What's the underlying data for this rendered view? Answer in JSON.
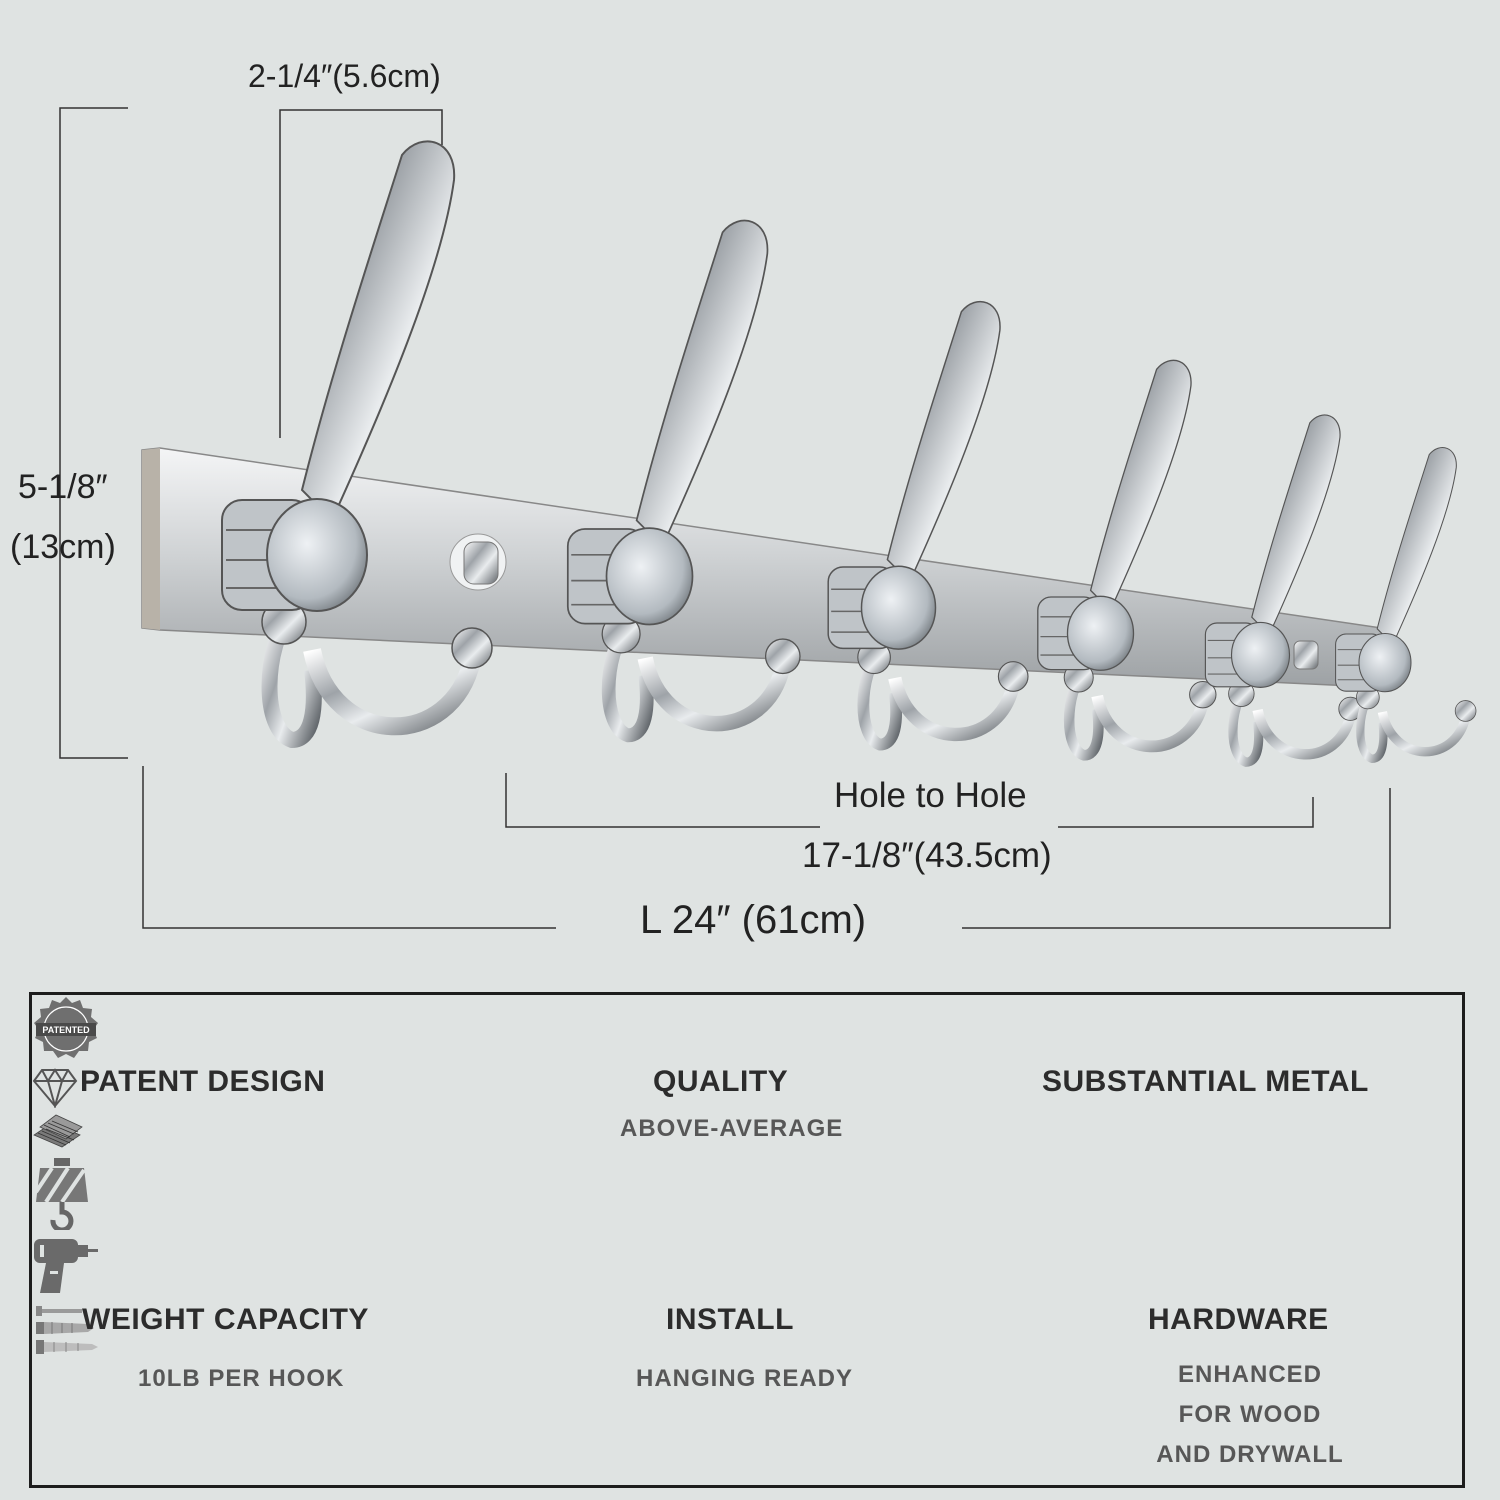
{
  "dimensions": {
    "hook_spacing": "2-1/4″(5.6cm)",
    "height_in": "5-1/8″",
    "height_cm": "(13cm)",
    "hole_to_hole_label": "Hole to Hole",
    "hole_to_hole_value": "17-1/8″(43.5cm)",
    "length": "L 24″ (61cm)"
  },
  "product": {
    "hook_count": 6,
    "colors": {
      "background": "#dfe3e2",
      "metal": "#c9cdd0",
      "border": "#1d1d1d"
    }
  },
  "features": [
    {
      "icon": "patented-badge-icon",
      "title": "PATENT DESIGN",
      "subtitle": ""
    },
    {
      "icon": "diamond-icon",
      "title": "QUALITY",
      "subtitle": "ABOVE-AVERAGE"
    },
    {
      "icon": "metal-bars-icon",
      "title": "SUBSTANTIAL METAL",
      "subtitle": ""
    },
    {
      "icon": "crane-hook-icon",
      "title": "WEIGHT CAPACITY",
      "subtitle": "10LB PER HOOK"
    },
    {
      "icon": "drill-icon",
      "title": "INSTALL",
      "subtitle": "HANGING READY"
    },
    {
      "icon": "screw-anchor-icon",
      "title": "HARDWARE",
      "subtitle_lines": [
        "ENHANCED",
        "FOR WOOD",
        "AND DRYWALL"
      ]
    }
  ],
  "badge_text": "PATENTED"
}
